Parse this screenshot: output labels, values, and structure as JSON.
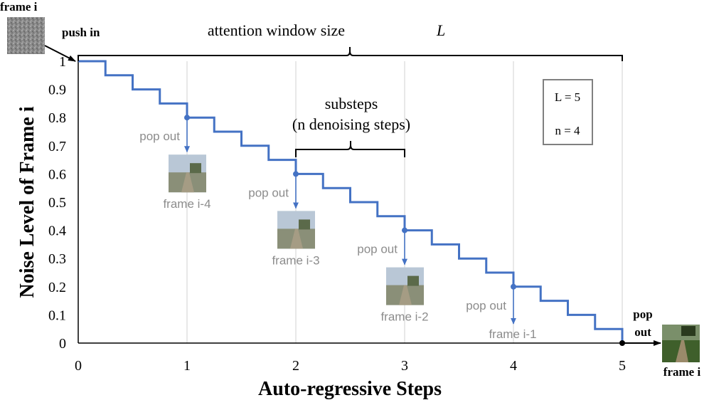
{
  "chart_data": {
    "type": "line",
    "xlabel": "Auto-regressive Steps",
    "ylabel": "Noise Level of Frame i",
    "xlim": [
      0,
      5
    ],
    "ylim": [
      0,
      1
    ],
    "x_ticks": [
      "0",
      "1",
      "2",
      "3",
      "4",
      "5"
    ],
    "y_ticks": [
      "0",
      "0.1",
      "0.2",
      "0.3",
      "0.4",
      "0.5",
      "0.6",
      "0.7",
      "0.8",
      "0.9",
      "1"
    ],
    "grid": "vertical",
    "series": [
      {
        "style": "step",
        "color": "#4472c4",
        "x": [
          0,
          0.25,
          0.5,
          0.75,
          1,
          1.25,
          1.5,
          1.75,
          2,
          2.25,
          2.5,
          2.75,
          3,
          3.25,
          3.5,
          3.75,
          4,
          4.25,
          4.5,
          4.75,
          5
        ],
        "y": [
          1,
          0.95,
          0.9,
          0.85,
          0.8,
          0.75,
          0.7,
          0.65,
          0.6,
          0.55,
          0.5,
          0.45,
          0.4,
          0.35,
          0.3,
          0.25,
          0.2,
          0.15,
          0.1,
          0.05,
          0
        ]
      }
    ],
    "pop_out_points": [
      {
        "x": 1,
        "y": 0.8,
        "label": "pop out",
        "frame": "frame i-4"
      },
      {
        "x": 2,
        "y": 0.6,
        "label": "pop out",
        "frame": "frame i-3"
      },
      {
        "x": 3,
        "y": 0.4,
        "label": "pop out",
        "frame": "frame i-2"
      },
      {
        "x": 4,
        "y": 0.2,
        "label": "pop out",
        "frame": "frame i-1"
      }
    ],
    "annotations": {
      "attention_window": "attention window size",
      "attention_window_symbol": "L",
      "substeps_line1": "substeps",
      "substeps_line2": "(n denoising steps)",
      "push_in": "push in",
      "frame_in_label": "frame i",
      "pop_out_end_line1": "pop",
      "pop_out_end_line2": "out",
      "frame_out_label": "frame i"
    },
    "params": {
      "L": "L = 5",
      "n": "n = 4"
    }
  }
}
